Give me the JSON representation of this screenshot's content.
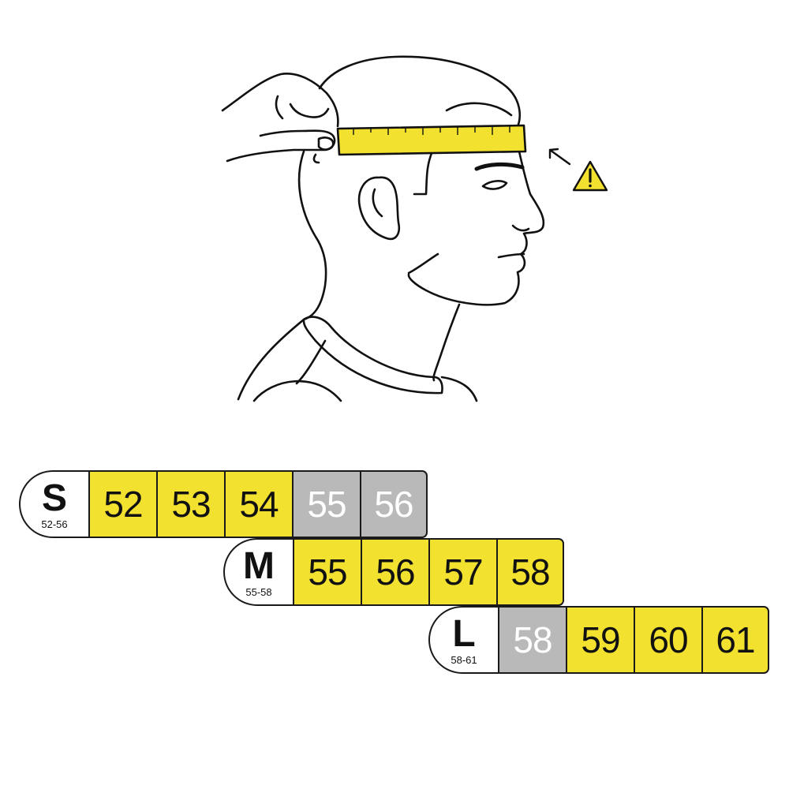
{
  "colors": {
    "accent": "#f3e12f",
    "unavailable": "#b9b9b9",
    "outline": "#1a1a1a"
  },
  "illustration": {
    "subject": "person-head-profile-with-measuring-tape",
    "icons": [
      "measuring-tape-icon",
      "arrow-icon",
      "warning-icon"
    ]
  },
  "sizes": [
    {
      "label": "S",
      "range": "52-56",
      "cells": [
        {
          "value": "52",
          "available": true
        },
        {
          "value": "53",
          "available": true
        },
        {
          "value": "54",
          "available": true
        },
        {
          "value": "55",
          "available": false
        },
        {
          "value": "56",
          "available": false
        }
      ]
    },
    {
      "label": "M",
      "range": "55-58",
      "cells": [
        {
          "value": "55",
          "available": true
        },
        {
          "value": "56",
          "available": true
        },
        {
          "value": "57",
          "available": true
        },
        {
          "value": "58",
          "available": true
        }
      ]
    },
    {
      "label": "L",
      "range": "58-61",
      "cells": [
        {
          "value": "58",
          "available": false
        },
        {
          "value": "59",
          "available": true
        },
        {
          "value": "60",
          "available": true
        },
        {
          "value": "61",
          "available": true
        }
      ]
    }
  ]
}
